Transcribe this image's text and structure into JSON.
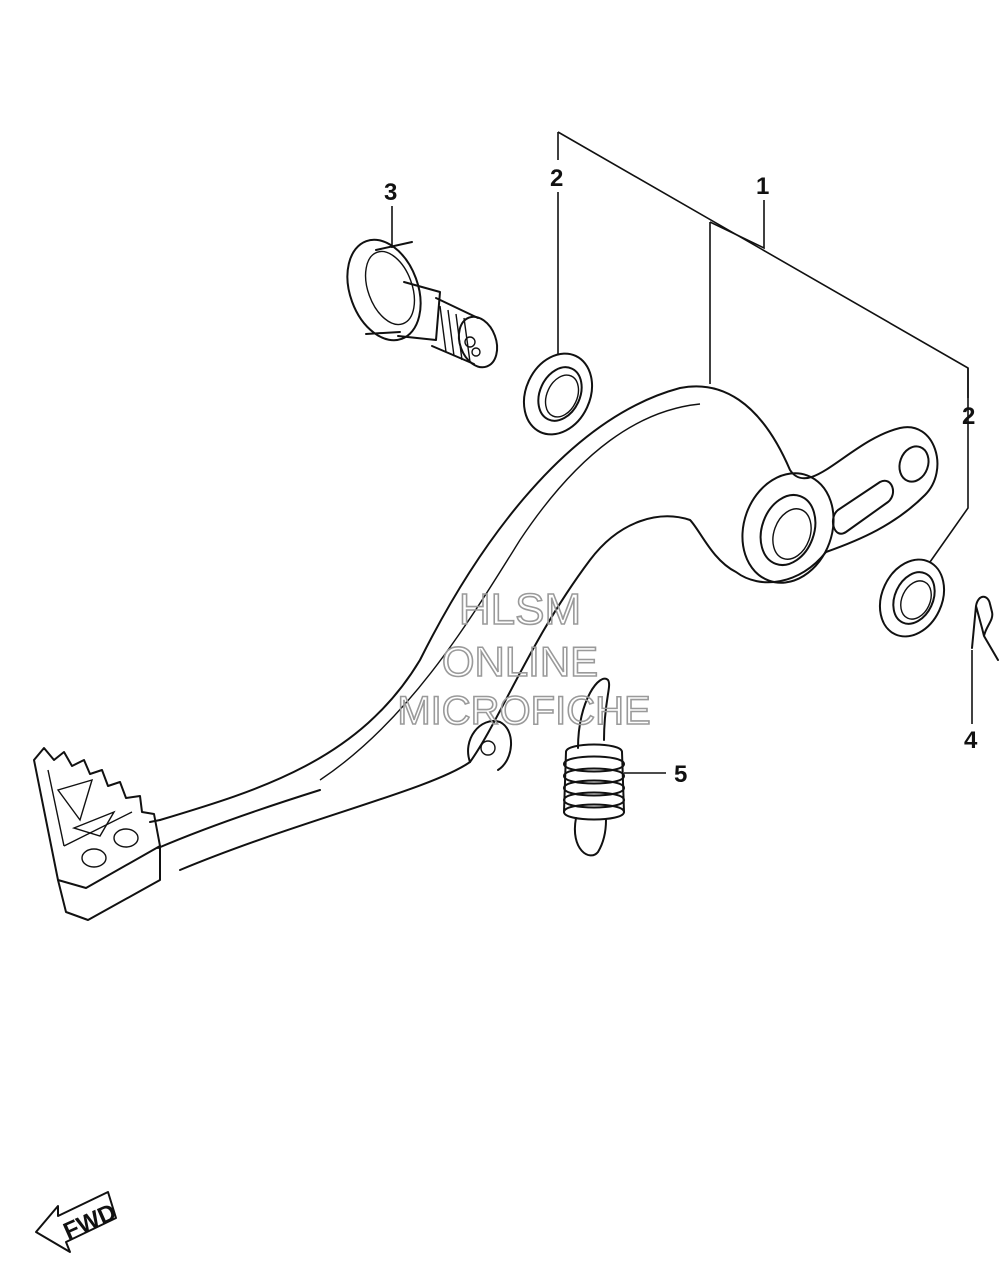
{
  "callouts": {
    "part_1": "1",
    "part_2_left": "2",
    "part_2_right": "2",
    "part_3": "3",
    "part_4": "4",
    "part_5": "5"
  },
  "watermark": {
    "line1": "HLSM",
    "line2": "ONLINE",
    "line3": "MICROFICHE"
  },
  "direction_marker": {
    "label": "FWD",
    "icon": "forward-arrow-icon"
  }
}
